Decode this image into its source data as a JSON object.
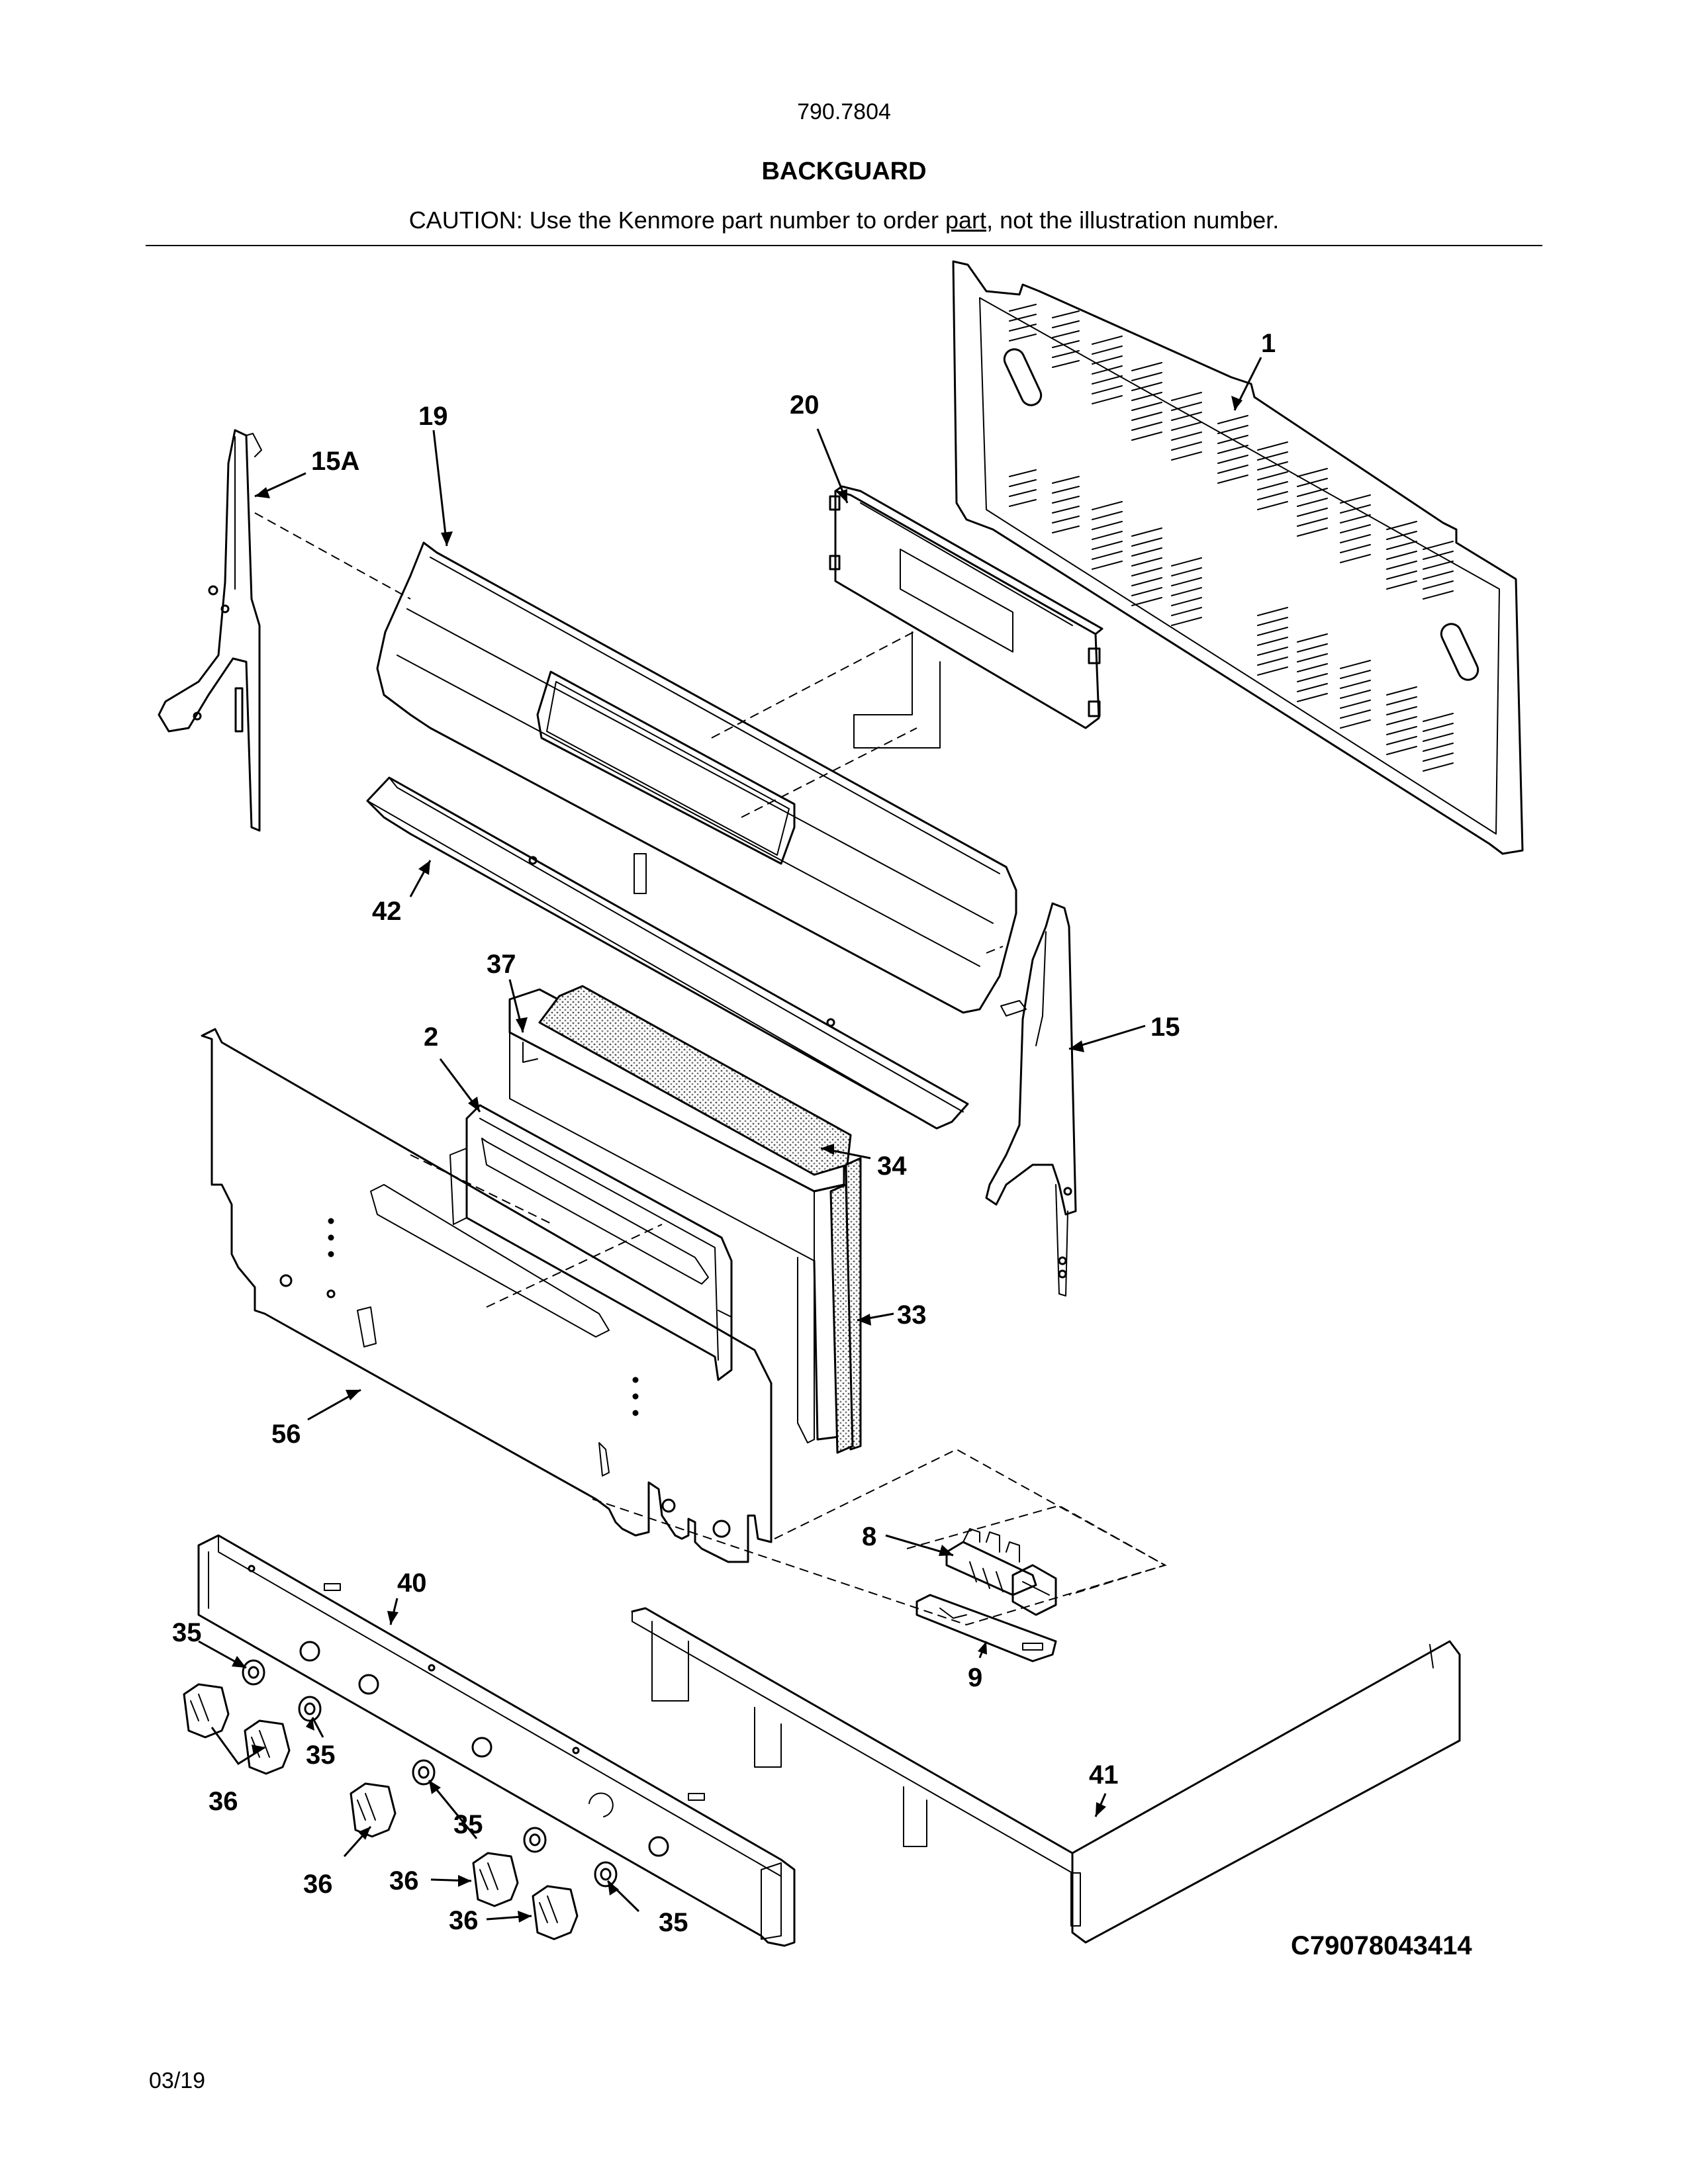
{
  "header": {
    "model_number": "790.7804",
    "title": "BACKGUARD",
    "caution_prefix": "CAUTION: Use the Kenmore part number to order ",
    "caution_underlined": "part",
    "caution_suffix": ", not the illustration number."
  },
  "diagram_code": "C79078043414",
  "footer_date": "03/19",
  "callouts": {
    "c1": "1",
    "c19": "19",
    "c20": "20",
    "c15a": "15A",
    "c42": "42",
    "c37": "37",
    "c2": "2",
    "c15": "15",
    "c34": "34",
    "c33": "33",
    "c56": "56",
    "c8": "8",
    "c9": "9",
    "c40": "40",
    "c35a": "35",
    "c35b": "35",
    "c35c": "35",
    "c35d": "35",
    "c36a": "36",
    "c36b": "36",
    "c36c": "36",
    "c36d": "36",
    "c41": "41"
  }
}
